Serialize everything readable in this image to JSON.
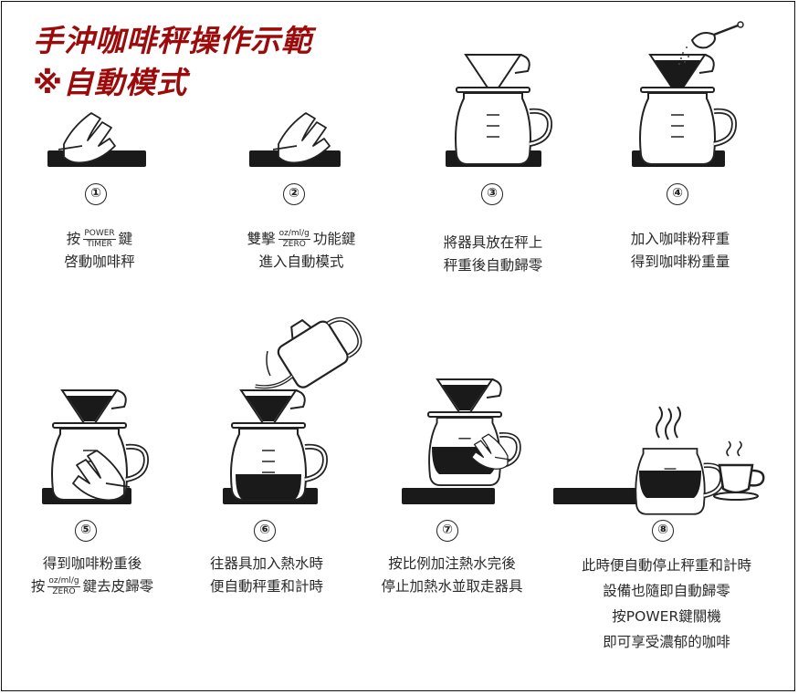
{
  "title": {
    "line1": "手沖咖啡秤操作示範",
    "line2": "※自動模式"
  },
  "steps": [
    {
      "num": "①",
      "line1_pre": "按",
      "frac_top": "POWER",
      "frac_bot": "TIMER",
      "line1_post": "鍵",
      "line2": "啓動咖啡秤"
    },
    {
      "num": "②",
      "line1_pre": "雙擊",
      "frac_top": "oz/ml/g",
      "frac_bot": "ZERO",
      "line1_post": "功能鍵",
      "line2": "進入自動模式"
    },
    {
      "num": "③",
      "line1": "將器具放在秤上",
      "line2": "秤重後自動歸零"
    },
    {
      "num": "④",
      "line1": "加入咖啡粉秤重",
      "line2": "得到咖啡粉重量"
    },
    {
      "num": "⑤",
      "line1": "得到咖啡粉重後",
      "line2_pre": "按",
      "frac_top": "oz/ml/g",
      "frac_bot": "ZERO",
      "line2_post": "鍵去皮歸零"
    },
    {
      "num": "⑥",
      "line1": "往器具加入熱水時",
      "line2": "便自動秤重和計時"
    },
    {
      "num": "⑦",
      "line1": "按比例加注熱水完後",
      "line2": "停止加熱水並取走器具"
    },
    {
      "num": "⑧",
      "line1": "此時便自動停止秤重和計時",
      "line2": "設備也隨即自動歸零",
      "line3": "按POWER鍵關機",
      "line4": "即可享受濃郁的咖啡"
    }
  ],
  "colors": {
    "title": "#9c0b0b",
    "ink": "#222222",
    "scale": "#1a1a1a"
  }
}
